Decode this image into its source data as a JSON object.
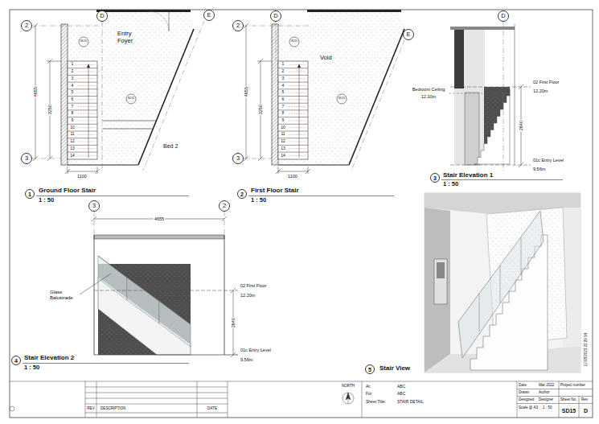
{
  "diagram": {
    "nodes": [
      {
        "text": [
          "2"
        ]
      },
      {
        "text": [
          "D"
        ]
      },
      {
        "text": [
          "E"
        ]
      },
      {
        "text": [
          "3"
        ]
      },
      {
        "text": [
          "2"
        ]
      },
      {
        "text": [
          "D"
        ]
      },
      {
        "text": [
          "E"
        ]
      },
      {
        "text": [
          "3"
        ]
      },
      {
        "text": [
          "D"
        ]
      },
      {
        "text": [
          "3"
        ]
      },
      {
        "text": [
          "2"
        ]
      },
      {
        "text": [
          "1"
        ]
      },
      {
        "text": [
          "2"
        ]
      },
      {
        "text": [
          "3"
        ]
      },
      {
        "text": [
          "4"
        ]
      },
      {
        "text": [
          "5"
        ]
      }
    ],
    "labels": [
      "Entry Foyer",
      "SD15",
      "SD15",
      "1",
      "2",
      "3",
      "4",
      "5",
      "6",
      "7",
      "8",
      "9",
      "10",
      "11",
      "12",
      "13",
      "14",
      "4655",
      "3250",
      "1100",
      "Bed 2",
      "Ground Floor Stair",
      "1 : 50",
      "Void",
      "SD15",
      "SD15",
      "1",
      "2",
      "3",
      "4",
      "5",
      "6",
      "7",
      "8",
      "9",
      "10",
      "11",
      "12",
      "13",
      "14",
      "4655",
      "3250",
      "1100",
      "First Floor Stair",
      "1 : 50",
      "Bedroom Ceiling",
      "12.10m",
      "02 First Floor",
      "12.20m",
      "2640",
      "01c Entry Level",
      "9.56m",
      "Stair Elevation 1",
      "1 : 50",
      "4655",
      "Glass Balustrade",
      "02 First Floor",
      "12.20m",
      "2640",
      "01c Entry Level",
      "9.56m",
      "Stair Elevation 2",
      "1 : 50",
      "Stair View",
      "17/08/2023 22:29:34",
      "REV",
      "DESCRIPTION",
      "DATE",
      "NORTH",
      "At:",
      "ABC",
      "For",
      "ABC",
      "Sheet Title:",
      "STAIR DETAIL",
      "Date",
      "Mar 2022",
      "Project number",
      "Drawn",
      "Author",
      "Designed",
      "Designer",
      "Sheet No.",
      "Rev",
      "Scale @ A3",
      "1 : 50",
      "SD15",
      "D"
    ]
  }
}
